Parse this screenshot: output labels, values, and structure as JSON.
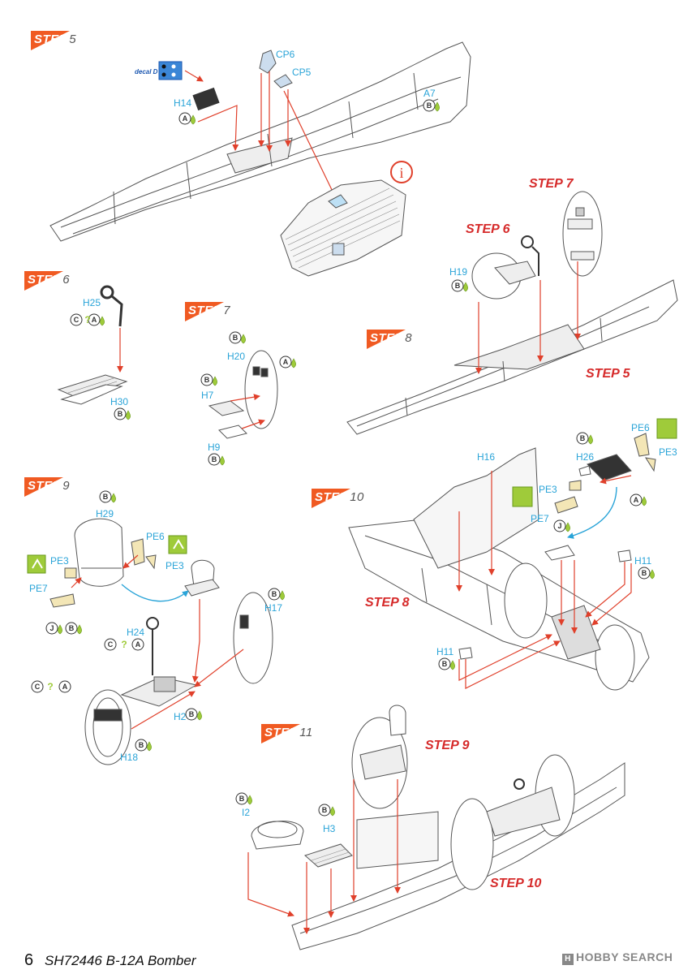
{
  "steps": {
    "s5": {
      "label": "STEP",
      "num": "5"
    },
    "s6": {
      "label": "STEP",
      "num": "6"
    },
    "s7": {
      "label": "STEP",
      "num": "7"
    },
    "s8": {
      "label": "STEP",
      "num": "8"
    },
    "s9": {
      "label": "STEP",
      "num": "9"
    },
    "s10": {
      "label": "STEP",
      "num": "10"
    },
    "s11": {
      "label": "STEP",
      "num": "11"
    }
  },
  "refs": {
    "r7": "STEP 7",
    "r6": "STEP 6",
    "r5": "STEP 5",
    "r8": "STEP 8",
    "r9": "STEP 9",
    "r10": "STEP 10"
  },
  "parts": {
    "cp6": "CP6",
    "cp5": "CP5",
    "h14": "H14",
    "a7": "A7",
    "h25": "H25",
    "h30": "H30",
    "h20": "H20",
    "h7": "H7",
    "h9": "H9",
    "h19": "H19",
    "h29": "H29",
    "pe6a": "PE6",
    "pe3a": "PE3",
    "pe3b": "PE3",
    "pe7a": "PE7",
    "h24": "H24",
    "h17": "H17",
    "h2": "H2",
    "h18": "H18",
    "h16": "H16",
    "h26": "H26",
    "pe6b": "PE6",
    "pe3c": "PE3",
    "pe3d": "PE3",
    "pe7b": "PE7",
    "h11a": "H11",
    "h11b": "H11",
    "i2": "I2",
    "h3": "H3"
  },
  "decal": {
    "label": "decal D"
  },
  "info_icon": "info-icon",
  "footer": {
    "page": "6",
    "title": "SH72446 B-12A Bomber",
    "brand": "HOBBY SEARCH",
    "brand_mark": "H"
  },
  "colors": {
    "step_orange": "#f05a22",
    "ref_red": "#d62b2b",
    "part_blue": "#2aa4d8",
    "arrow_red": "#e0402b",
    "paint_green": "#9fcb3a"
  }
}
